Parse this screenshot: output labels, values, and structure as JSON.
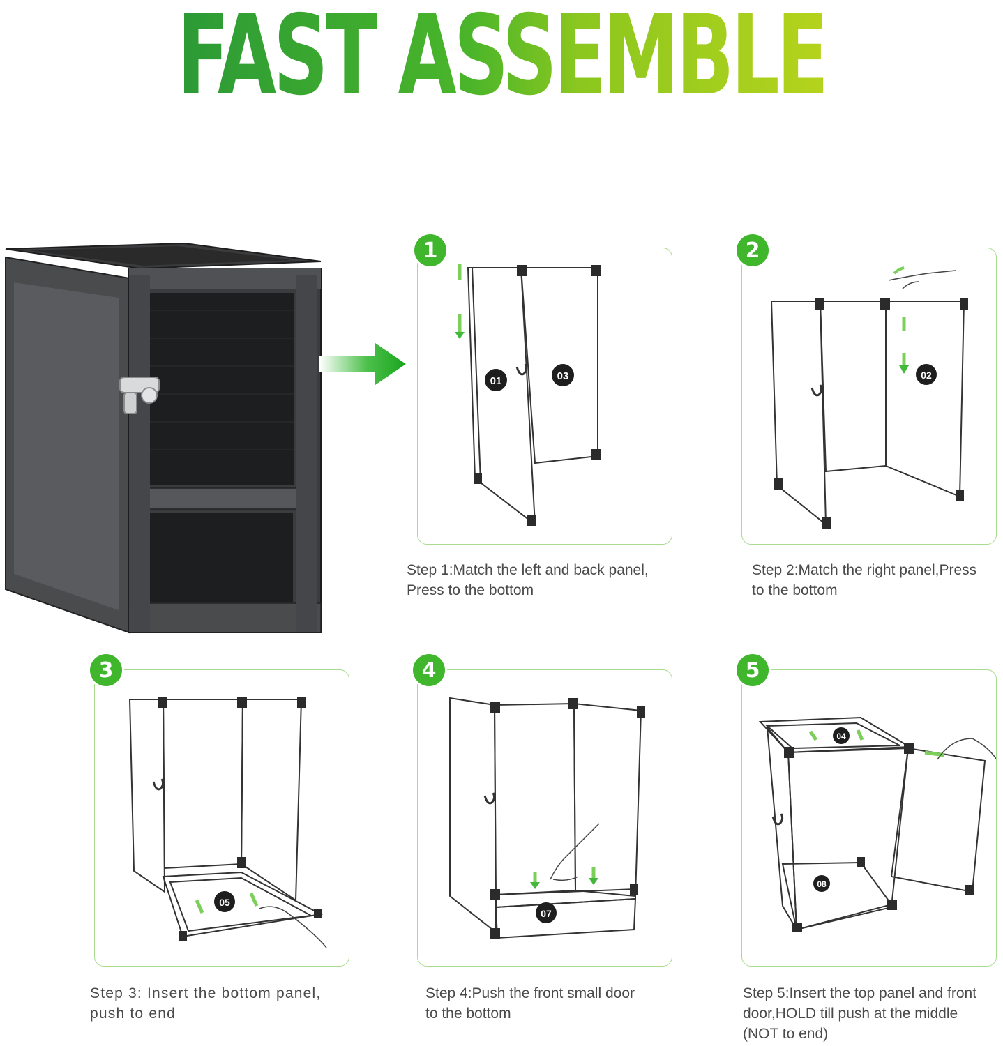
{
  "title": {
    "word1": "FAST ",
    "word2a": "ASSE",
    "word2b": "MBLE",
    "colors": {
      "dark": "#2e9d34",
      "mid": "#52b82b",
      "light": "#a7cf1f"
    }
  },
  "steps": [
    {
      "number": "1",
      "caption": "Step 1:Match the left and back panel,\nPress to the bottom",
      "labels": [
        "01",
        "03"
      ]
    },
    {
      "number": "2",
      "caption": "Step 2:Match the right panel,Press\nto the bottom",
      "labels": [
        "02"
      ]
    },
    {
      "number": "3",
      "caption": "Step 3: Insert the bottom panel,\npush to end",
      "labels": [
        "05"
      ]
    },
    {
      "number": "4",
      "caption": "Step 4:Push the front small door\nto the bottom",
      "labels": [
        "07"
      ]
    },
    {
      "number": "5",
      "caption": "Step 5:Insert the top panel and front\ndoor,HOLD till push at the middle\n(NOT to end)",
      "labels": [
        "04",
        "08"
      ]
    }
  ],
  "colors": {
    "badge": "#3fb62c",
    "panel_border": "#a9dc8e",
    "arrow": "#2fb52f"
  }
}
